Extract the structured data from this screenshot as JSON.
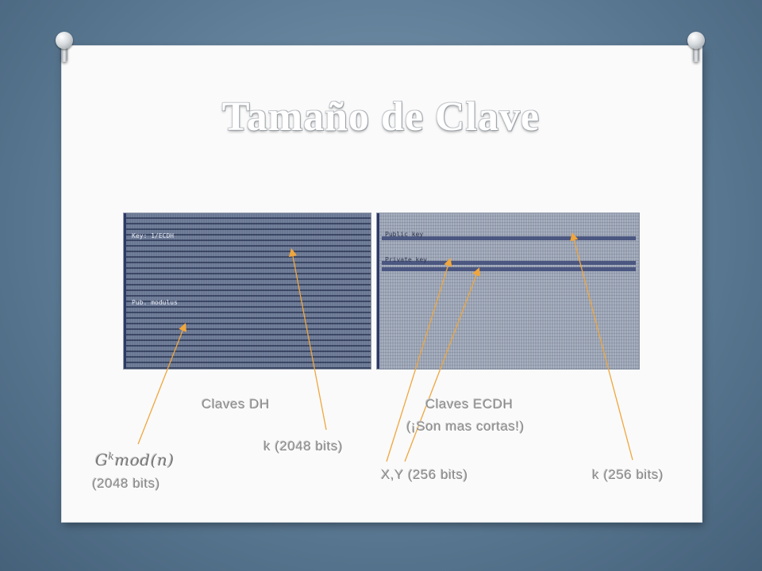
{
  "slide": {
    "title": "Tamaño de Clave",
    "captions": {
      "dh_label": "Claves DH",
      "ecdh_label": "Claves ECDH",
      "ecdh_note": "(¡Son mas cortas!)",
      "dh_k": "k (2048 bits)",
      "dh_public_formula_base": "G",
      "dh_public_formula_exp": "k",
      "dh_public_formula_rest": "mod(n)",
      "dh_public_bits": "(2048 bits)",
      "ecdh_xy": "X,Y (256 bits)",
      "ecdh_k": "k (256 bits)"
    },
    "screenshots": {
      "dh_first_label": "Key: 1/ECDH",
      "dh_second_label": "Pub. modulus",
      "ecdh_first_label": "Public key",
      "ecdh_second_label": "Private key"
    }
  },
  "colors": {
    "arrow": "#f0a63c",
    "background": "#5d7b95",
    "slide": "#fafafa"
  },
  "icons": {
    "left_pin": "push-pin-icon",
    "right_pin": "push-pin-icon"
  }
}
